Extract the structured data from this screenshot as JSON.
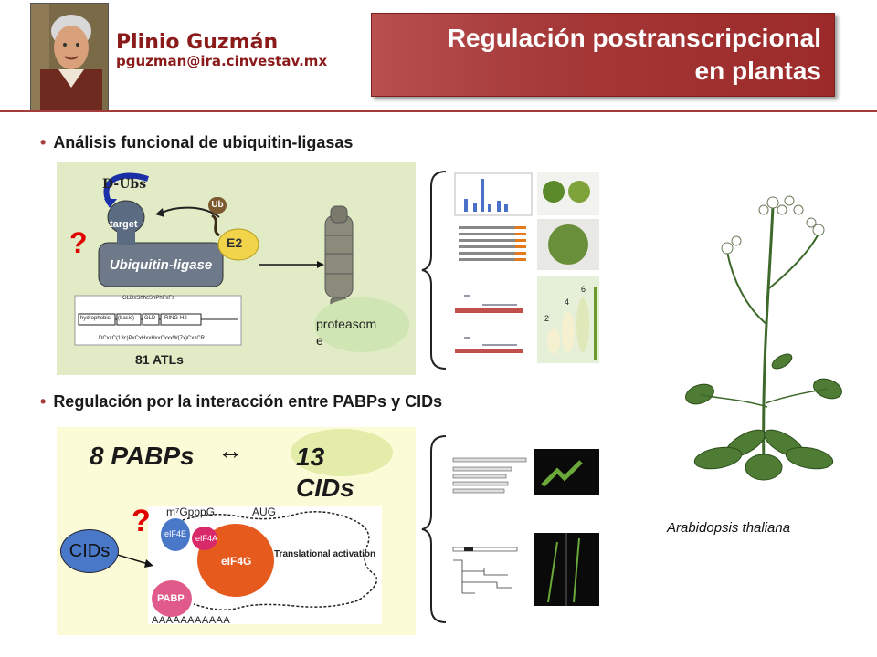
{
  "header": {
    "author_name": "Plinio Guzmán",
    "author_email": "pguzman@ira.cinvestav.mx",
    "title_line1": "Regulación postranscripcional",
    "title_line2": "en plantas"
  },
  "section1": {
    "bullet": "Análisis funcional de ubiquitin-ligasas",
    "dubs": "D-Ubs",
    "ub": "Ub",
    "target": "target",
    "e2": "E2",
    "question": "?",
    "ligase": "Ubiquitin-ligase",
    "domain_top": "GLDxShhcShPhFxFs",
    "domain_hydrophobic": "hydrophobic",
    "domain_basic": "(basic)",
    "domain_gld": "GLD",
    "domain_ring": "RING-H2",
    "domain_bottom": "DCxxC(13c)PxCxHxxHxxCxxxW(7x)CxxCR",
    "atls": "81 ATLs",
    "proteasome": "proteasom e",
    "flower_stages": [
      "2",
      "4",
      "6"
    ]
  },
  "section2": {
    "bullet": "Regulación por la interacción entre PABPs y CIDs",
    "pabps": "8 PABPs",
    "arrow": "↔",
    "cids_count": "13 CIDs",
    "question": "?",
    "cids_label": "CIDs",
    "cap": "m⁷GpppG",
    "aug": "AUG",
    "eif4e": "eIF4E",
    "eif4a": "eIF4A",
    "eif4g": "eIF4G",
    "translational": "Translational activation",
    "pabp": "PABP",
    "polya": "AAAAAAAAAAA"
  },
  "plant": {
    "caption": "Arabidopsis thaliana"
  },
  "colors": {
    "accent_red": "#a43c3c",
    "title_bg": "#a53838",
    "panel1_bg": "#e1ebc6",
    "panel2_bg": "#fcfbd8"
  }
}
